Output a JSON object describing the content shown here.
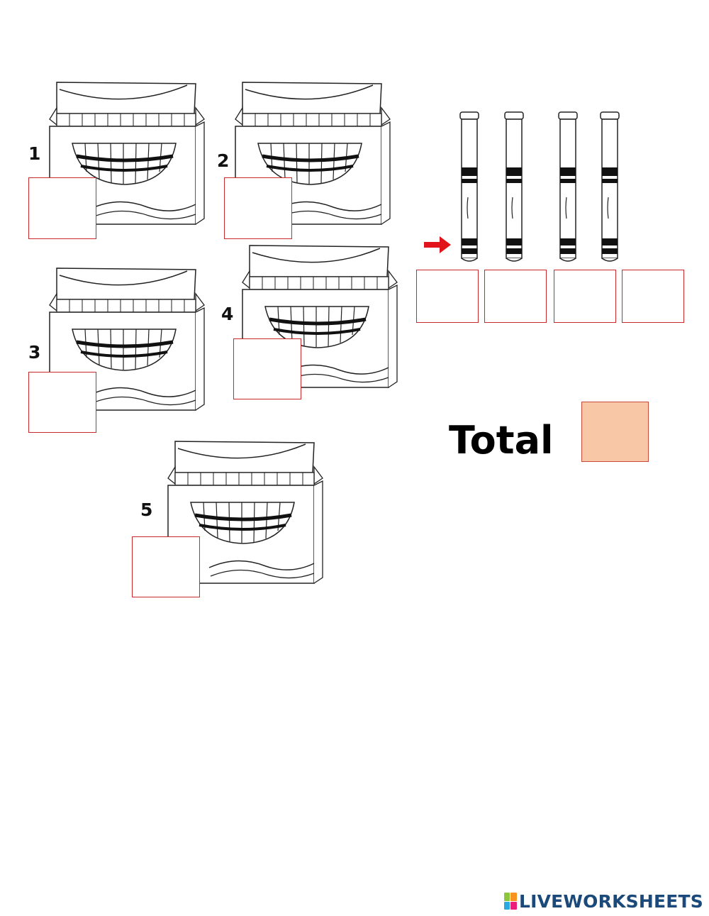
{
  "boxes": [
    {
      "label": "1"
    },
    {
      "label": "2"
    },
    {
      "label": "3"
    },
    {
      "label": "4"
    },
    {
      "label": "5"
    }
  ],
  "singles": {
    "count": 4
  },
  "total": {
    "label": "Total"
  },
  "colors": {
    "answer_border": "#cc2a2a",
    "total_fill": "#f7c7a6",
    "arrow": "#e0141a",
    "brand": "#1b4a7a"
  },
  "brand": {
    "text": "LIVEWORKSHEETS"
  }
}
